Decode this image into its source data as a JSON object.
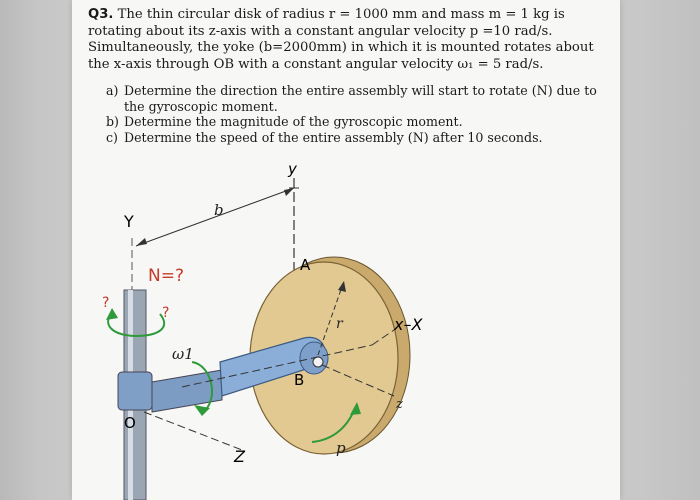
{
  "question": {
    "number": "Q3.",
    "text": " The thin circular disk of radius r = 1000 mm and mass m = 1 kg is rotating about its z-axis with a constant angular velocity p =10 rad/s. Simultaneously, the yoke (b=2000mm) in which it is mounted rotates about the x-axis through OB with a constant angular velocity ω₁ = 5 rad/s."
  },
  "parts": [
    {
      "label": "a)",
      "text": "Determine the direction the entire assembly will start to rotate (N) due to the gyroscopic moment."
    },
    {
      "label": "b)",
      "text": "Determine the magnitude of the gyroscopic moment."
    },
    {
      "label": "c)",
      "text": "Determine the speed of the entire assembly (N) after 10 seconds."
    }
  ],
  "figure": {
    "y_small": "y",
    "Y_big": "Y",
    "b": "b",
    "N": "N=?",
    "q1": "?",
    "q2": "?",
    "omega": "ω1",
    "A": "A",
    "r": "r",
    "X": "x–X",
    "B": "B",
    "z": "z",
    "O": "O",
    "Z": "Z",
    "p": "p",
    "colors": {
      "disk": "#e2c992",
      "yoke": "#8aaed8",
      "annotation_red": "#d6402b",
      "annotation_green": "#2e9a3a"
    }
  }
}
